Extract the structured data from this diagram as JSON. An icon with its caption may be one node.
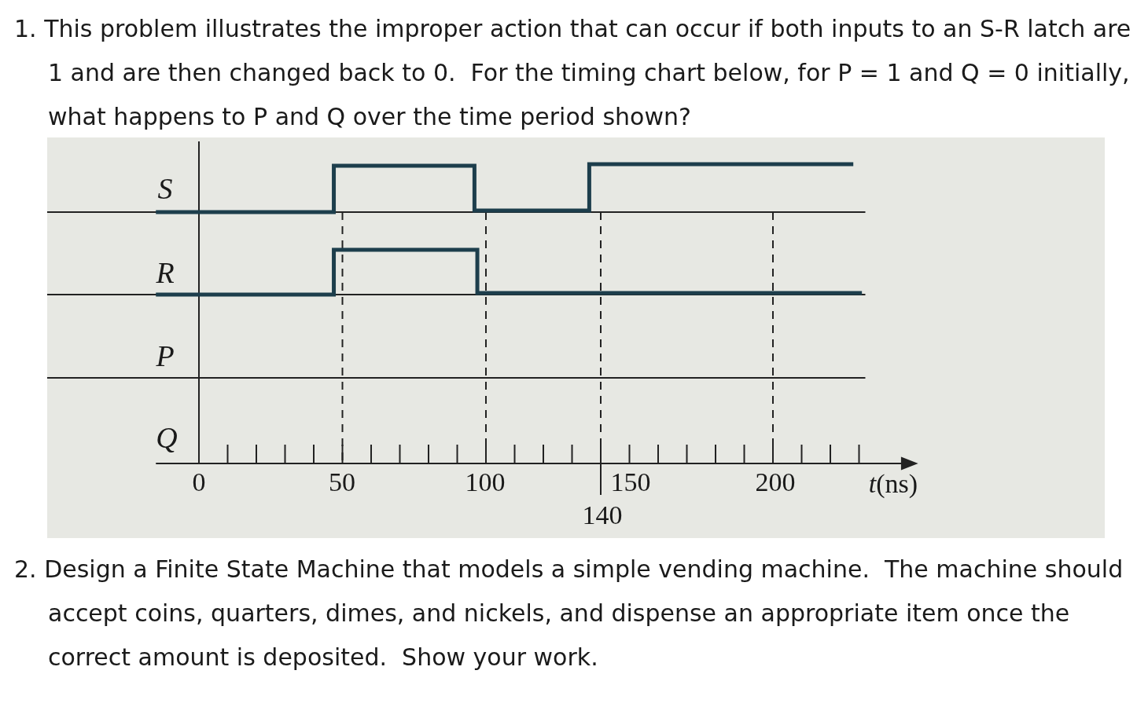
{
  "diagram": {
    "labels": [
      "1. This problem illustrates the improper action that can occur if both inputs to an S-R latch are 1 and are then changed back to 0.  For the timing chart below, for P = 1 and Q = 0 initially, what happens to P and Q over the time period shown?",
      "S",
      "R",
      "P",
      "Q",
      "0",
      "50",
      "100",
      "150",
      "140",
      "200",
      "*t*(ns)",
      "2. Design a Finite State Machine that models a simple vending machine.  The machine should accept coins, quarters, dimes, and nickels, and dispense an appropriate item once the correct amount is deposited.  Show your work."
    ]
  }
}
